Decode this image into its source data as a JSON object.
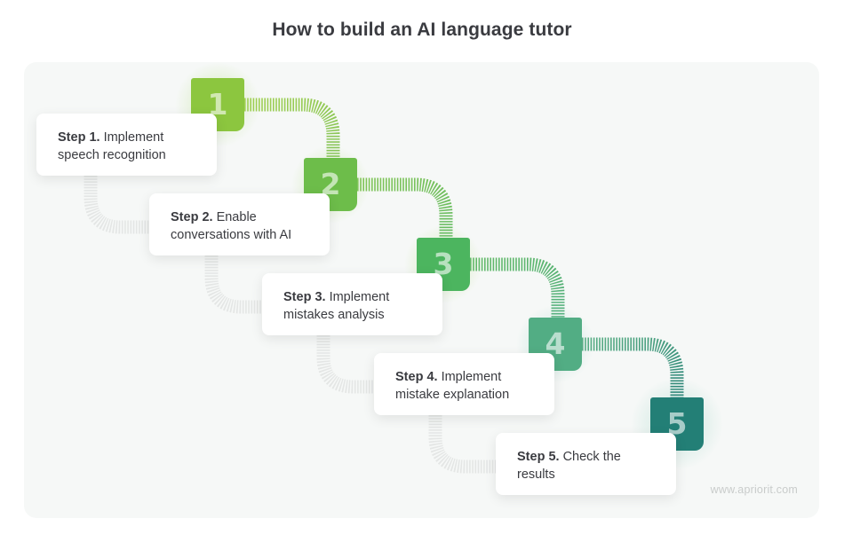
{
  "title": "How to build an AI language tutor",
  "steps": [
    {
      "number": "1",
      "label": "Step 1.",
      "text_line1": " Implement",
      "text_line2": "speech recognition",
      "color": "#8cc63f"
    },
    {
      "number": "2",
      "label": "Step 2.",
      "text_line1": " Enable",
      "text_line2": "conversations with AI",
      "color": "#6dbd4a"
    },
    {
      "number": "3",
      "label": "Step 3.",
      "text_line1": " Implement",
      "text_line2": "mistakes analysis",
      "color": "#4cb55f"
    },
    {
      "number": "4",
      "label": "Step 4.",
      "text_line1": " Implement",
      "text_line2": "mistake explanation",
      "color": "#52ad84"
    },
    {
      "number": "5",
      "label": "Step 5.",
      "text_line1": " Check the",
      "text_line2": "results",
      "color": "#237f76"
    }
  ],
  "watermark": "www.apriorit.com"
}
